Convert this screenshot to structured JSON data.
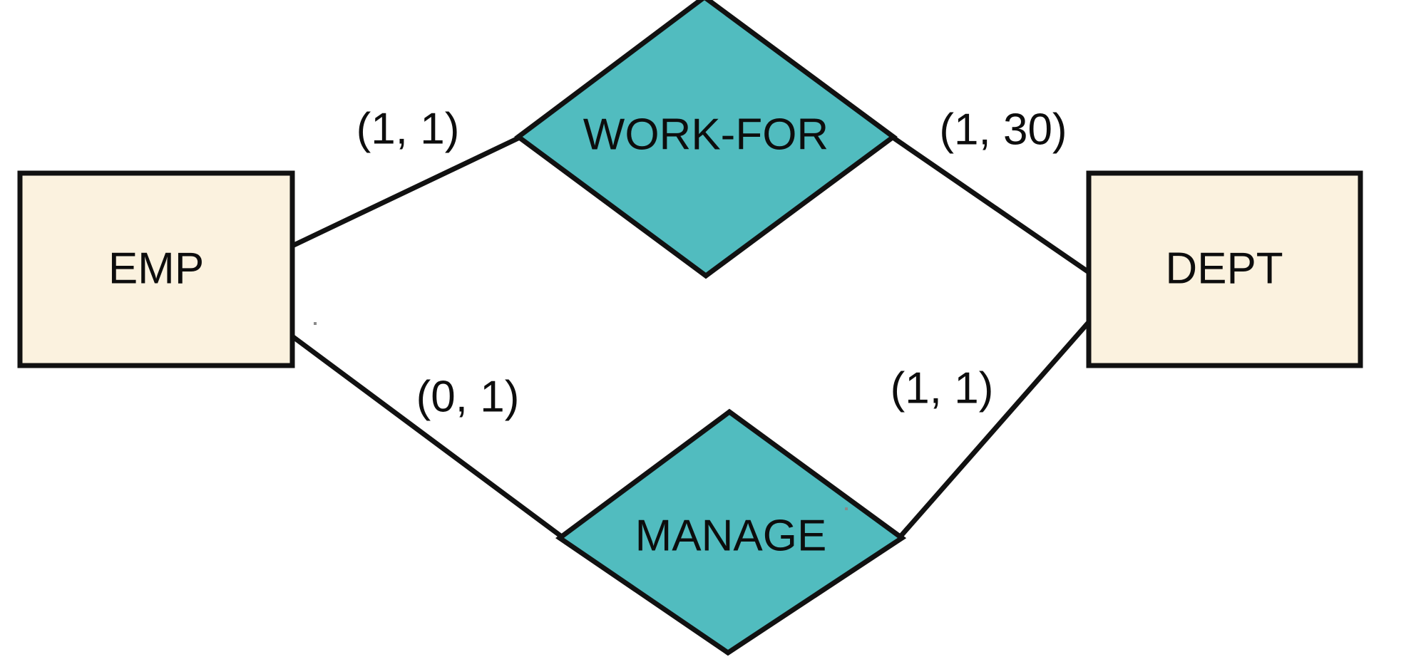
{
  "diagram": {
    "type": "entity-relationship-diagram",
    "notation": "min-max (participation) cardinality",
    "background_color": "#ffffff",
    "entity_fill_color": "#fbf2df",
    "relationship_fill_color": "#51bcbf",
    "stroke_color": "#111111"
  },
  "entities": [
    {
      "id": "emp",
      "label": "EMP"
    },
    {
      "id": "dept",
      "label": "DEPT"
    }
  ],
  "relationships": [
    {
      "id": "work-for",
      "label": "WORK-FOR"
    },
    {
      "id": "manage",
      "label": "MANAGE"
    }
  ],
  "edges": [
    {
      "id": "emp-workfor",
      "from": "emp",
      "to": "work-for",
      "cardinality": "(1, 1)"
    },
    {
      "id": "workfor-dept",
      "from": "work-for",
      "to": "dept",
      "cardinality": "(1, 30)"
    },
    {
      "id": "emp-manage",
      "from": "emp",
      "to": "manage",
      "cardinality": "(0, 1)"
    },
    {
      "id": "manage-dept",
      "from": "manage",
      "to": "dept",
      "cardinality": "(1, 1)"
    }
  ]
}
